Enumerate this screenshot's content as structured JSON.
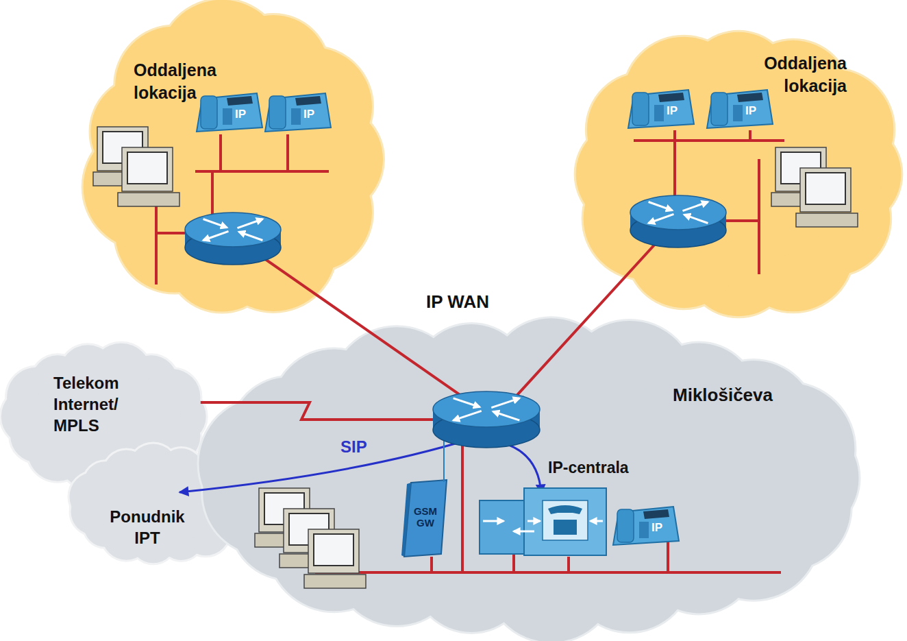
{
  "diagram": {
    "nodes": [
      {
        "text": [
          "Oddaljena lokacija"
        ]
      },
      {
        "text": [
          "Oddaljena lokacija"
        ]
      },
      {
        "text": [
          "Telekom Internet/ MPLS"
        ]
      },
      {
        "text": [
          "Ponudnik IPT"
        ]
      },
      {
        "text": [
          "Miklošičeva"
        ]
      },
      {
        "text": [
          "IP-centrala"
        ],
        "in": 4
      },
      {
        "text": [
          "GSM GW"
        ],
        "in": 4
      }
    ],
    "edges": [
      {
        "from": 0,
        "to": 4,
        "arrow": "none"
      },
      {
        "from": 1,
        "to": 4,
        "arrow": "none"
      },
      {
        "from": 2,
        "to": 4,
        "arrow": "none"
      },
      {
        "from": 3,
        "to": 5,
        "label": "SIP",
        "arrow": "both"
      }
    ],
    "labels": [
      "IP WAN",
      "IP",
      "IP",
      "IP",
      "IP",
      "IP"
    ]
  }
}
